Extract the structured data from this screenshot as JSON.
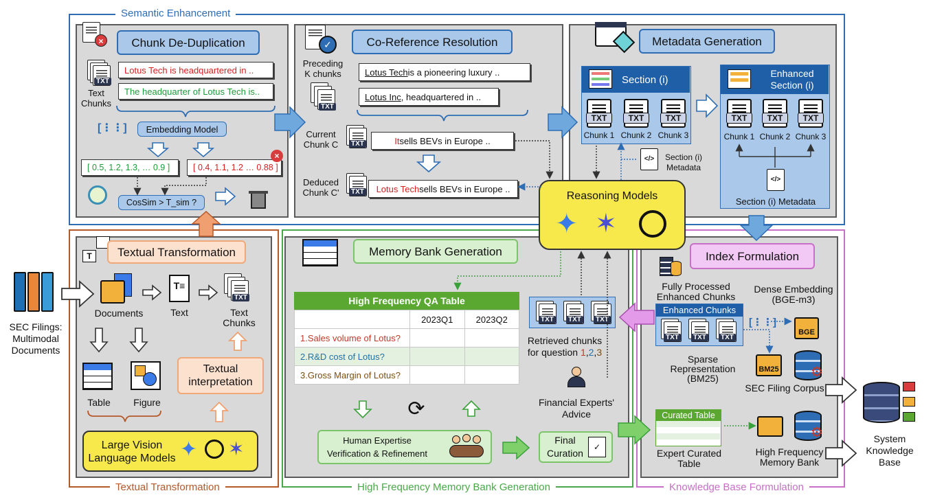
{
  "frames": {
    "semantic": "Semantic Enhancement",
    "textual": "Textual Transformation",
    "memory": "High Frequency Memory Bank Generation",
    "kb": "Knowledge Base Formulation"
  },
  "dedup": {
    "title": "Chunk De-Duplication",
    "chunk_a": "Lotus Tech is headquartered in ..",
    "chunk_b": "The headquarter of Lotus Tech is..",
    "text_chunks_label": "Text\nChunks",
    "embedding_model": "Embedding Model",
    "vec_a": "[ 0.5, 1.2, 1.3, … 0.9 ]",
    "vec_b": "[ 0.4, 1.1, 1.2 … 0.88 ]",
    "cossim": "CosSim > T_sim ?"
  },
  "coref": {
    "title": "Co-Reference Resolution",
    "preceding": "Preceding\nK chunks",
    "line1_u": "Lotus Tech",
    "line1_rest": " is a pioneering luxury ..",
    "line2_u": "Lotus Inc",
    "line2_rest": ", headquartered in ..",
    "current_label": "Current\nChunk C",
    "current_red": "It",
    "current_rest": " sells BEVs in Europe ..",
    "deduced_label": "Deduced\nChunk C'",
    "deduced_red": "Lotus Tech",
    "deduced_rest": " sells BEVs in Europe .."
  },
  "meta": {
    "title": "Metadata Generation",
    "section": "Section (i)",
    "enhanced_section": "Enhanced\nSection (i)",
    "chunks": [
      "Chunk 1",
      "Chunk 2",
      "Chunk 3"
    ],
    "txt": "TXT",
    "section_metadata_small": "Section (i)\nMetadata",
    "section_metadata": "Section (i) Metadata"
  },
  "reasoning": {
    "title": "Reasoning Models"
  },
  "textual": {
    "title": "Textual Transformation",
    "sec_filings": "SEC Filings:\nMultimodal\nDocuments",
    "documents": "Documents",
    "text": "Text",
    "text_chunks": "Text\nChunks",
    "table": "Table",
    "figure": "Figure",
    "interpretation": "Textual\ninterpretation",
    "lvlm": "Large Vision\nLanguage Models"
  },
  "memory": {
    "title": "Memory Bank Generation",
    "table_title": "High Frequency QA Table",
    "columns": [
      "",
      "2023Q1",
      "2023Q2"
    ],
    "rows": [
      {
        "q": "1.Sales volume of Lotus?",
        "color": "#c0392b"
      },
      {
        "q": "2.R&D cost of Lotus?",
        "color": "#2471a3"
      },
      {
        "q": "3.Gross Margin of Lotus?",
        "color": "#7d4e0f"
      }
    ],
    "retrieved_label": "Retrieved chunks\nfor question ",
    "retrieved_nums": [
      "1",
      "2",
      "3"
    ],
    "experts": "Financial Experts'\nAdvice",
    "human": "Human Expertise\nVerification & Refinement",
    "final": "Final\nCuration"
  },
  "kb": {
    "title": "Index Formulation",
    "fully_processed": "Fully Processed\nEnhanced Chunks",
    "enhanced_chunks": "Enhanced Chunks",
    "dense": "Dense Embedding\n(BGE-m3)",
    "bge": "BGE",
    "sparse": "Sparse\nRepresentation\n(BM25)",
    "bm25": "BM25",
    "corpus": "SEC Filing Corpus",
    "curated_table": "Curated Table",
    "expert_curated": "Expert Curated\nTable",
    "hf_memory": "High Frequency\nMemory Bank",
    "system_kb": "System\nKnowledge\nBase"
  },
  "colors": {
    "blue_frame": "#2e6db4",
    "orange_frame": "#b5582a",
    "green_frame": "#4aa84a",
    "purple_frame": "#c86fc8",
    "pill_blue": "#a9c8ea",
    "pill_orange": "#fde1cf",
    "pill_green": "#d8f0d0",
    "pill_purple": "#f2c8f5",
    "yellow": "#f7e94b",
    "table_green": "#5aa832"
  }
}
